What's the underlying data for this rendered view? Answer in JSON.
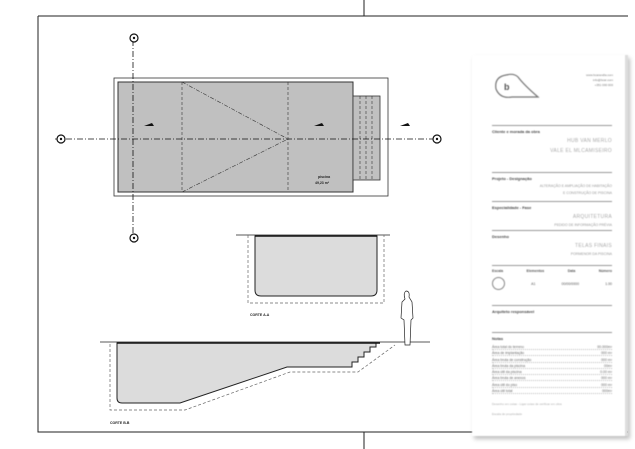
{
  "plan": {
    "area_label": "piscina",
    "area_value": "49,23 m²"
  },
  "sections": {
    "a_label": "CORTE A-A",
    "b_label": "CORTE B-B"
  },
  "title_block": {
    "contact": [
      "www.bcarandla.com",
      "info@bcar.com",
      "+351 000 000"
    ],
    "client_header": "Cliente e morada da obra",
    "client_lines": [
      "HUB VAN MERLO",
      "VALE EL MLCAMISEIRO"
    ],
    "project_header": "Projeto - Designação",
    "project_lines": [
      "ALTERAÇÃO E AMPLIAÇÃO DE HABITAÇÃO",
      "E CONSTRUÇÃO DE PISCINA"
    ],
    "specialty_header": "Especialidade - Fase",
    "specialty_lines": [
      "ARQUITETURA",
      "PEDIDO DE INFORMAÇÃO PRÉVIA"
    ],
    "drawing_header": "Desenho",
    "drawing_lines": [
      "TELAS FINAIS",
      "PORMENOR DA PISCINA"
    ],
    "meta_headers": [
      "Escala",
      "Elementos",
      "Data",
      "Número"
    ],
    "meta_values": [
      "",
      "A1",
      "00/00/0000",
      "1.00"
    ],
    "architect_header": "Arquiteto responsável",
    "notes_header": "Notas",
    "notes": [
      [
        "Área total do terreno",
        "00.000m²"
      ],
      [
        "Área de implantação",
        "000 m²"
      ],
      [
        "Área bruta de construção",
        "000 m²"
      ],
      [
        "Área bruta da piscina",
        "00m²"
      ],
      [
        "Área útil da piscina",
        "0.00 m²"
      ],
      [
        "Área bruta de anexos",
        "000 m²"
      ],
      [
        "Área útil do piso",
        "000 m²"
      ],
      [
        "Área útil total",
        "000m²"
      ]
    ],
    "footer": [
      "Desenho em cotas - Ligar cotas de verificar em obra",
      "Escala de propriedade"
    ]
  },
  "colors": {
    "pool_fill": "#c0c0c0",
    "section_fill": "#dcdcdc",
    "line": "#222222"
  }
}
